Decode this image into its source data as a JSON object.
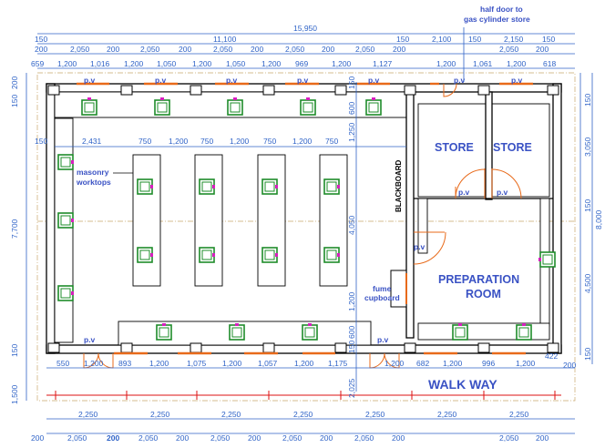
{
  "dims": {
    "overall": "15,950",
    "row_top1": [
      "150",
      "11,100",
      "150",
      "2,100",
      "150",
      "2,150",
      "150"
    ],
    "row_top2": [
      "200",
      "2,050",
      "200",
      "2,050",
      "200",
      "2,050",
      "200",
      "2,050",
      "200",
      "2,050",
      "200",
      "2,050",
      "200"
    ],
    "row_top3": [
      "659",
      "1,200",
      "1,016",
      "1,200",
      "1,050",
      "1,200",
      "1,050",
      "1,200",
      "969",
      "1,200",
      "1,127",
      "1,200",
      "1,061",
      "1,200",
      "618"
    ],
    "row_inner": [
      "150",
      "2,431",
      "750",
      "1,200",
      "750",
      "1,200",
      "750",
      "1,200",
      "750"
    ],
    "row_bottom_openings": [
      "550",
      "1,200",
      "893",
      "1,200",
      "1,075",
      "1,200",
      "1,057",
      "1,200",
      "1,175",
      "1,200",
      "682",
      "1,200",
      "996",
      "1,200",
      "422",
      "200"
    ],
    "row_bays": [
      "2,250",
      "2,250",
      "2,250",
      "2,250",
      "2,250",
      "2,250",
      "2,250"
    ],
    "row_bottom_last": [
      "200",
      "2,050",
      "200",
      "2,050",
      "200",
      "2,050",
      "200",
      "2,050",
      "200",
      "2,050",
      "200",
      "2,050",
      "200"
    ],
    "left_side": [
      "150",
      "200",
      "7,700",
      "150",
      "1,500"
    ],
    "right_side": [
      "150",
      "3,050",
      "150",
      "8,000",
      "4,500",
      "150"
    ],
    "center_vertical": [
      "150",
      "600",
      "1,250",
      "4,050",
      "1,200",
      "600",
      "150",
      "2,025"
    ]
  },
  "labels": {
    "pv": "p.v",
    "half_door_line1": "half door to",
    "half_door_line2": "gas cylinder store",
    "masonry_line1": "masonry",
    "masonry_line2": "worktops",
    "fume_line1": "fume",
    "fume_line2": "cupboard",
    "blackboard": "BLACKBOARD",
    "store": "STORE",
    "prep_line1": "PREPARATION",
    "prep_line2": "ROOM",
    "walkway": "WALK WAY"
  },
  "colors": {
    "dimension": "#2f63c7",
    "sink": "#1e8c2a",
    "tap": "#d81fbf",
    "window": "#e86a1a",
    "grid": "#c9a66b",
    "column_marker": "#dd1111"
  }
}
